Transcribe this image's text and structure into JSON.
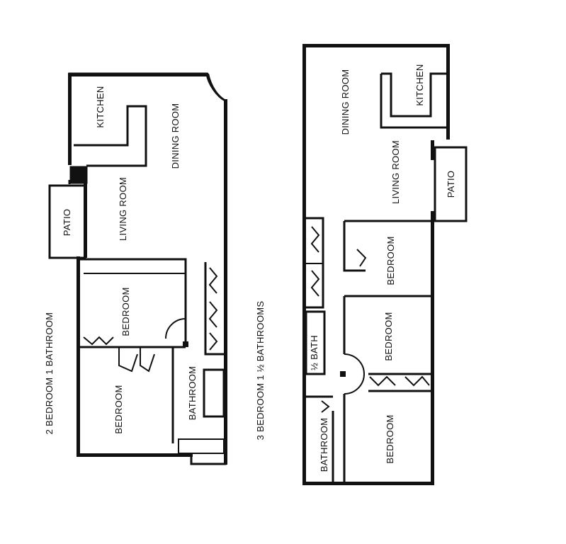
{
  "left_plan": {
    "caption": "2 BEDROOM 1 BATHROOM",
    "rooms": {
      "kitchen": "KITCHEN",
      "dining_room": "DINING ROOM",
      "living_room": "LIVING ROOM",
      "patio": "PATIO",
      "bedroom_upper": "BEDROOM",
      "bedroom_lower": "BEDROOM",
      "bathroom": "BATHROOM"
    }
  },
  "right_plan": {
    "caption": "3 BEDROOM 1 ½ BATHROOMS",
    "rooms": {
      "dining_room": "DINING ROOM",
      "kitchen": "KITCHEN",
      "living_room": "LIVING ROOM",
      "patio": "PATIO",
      "bedroom_top": "BEDROOM",
      "bedroom_middle": "BEDROOM",
      "bedroom_bottom": "BEDROOM",
      "half_bath": "½ BATH",
      "bathroom": "BATHROOM"
    }
  }
}
